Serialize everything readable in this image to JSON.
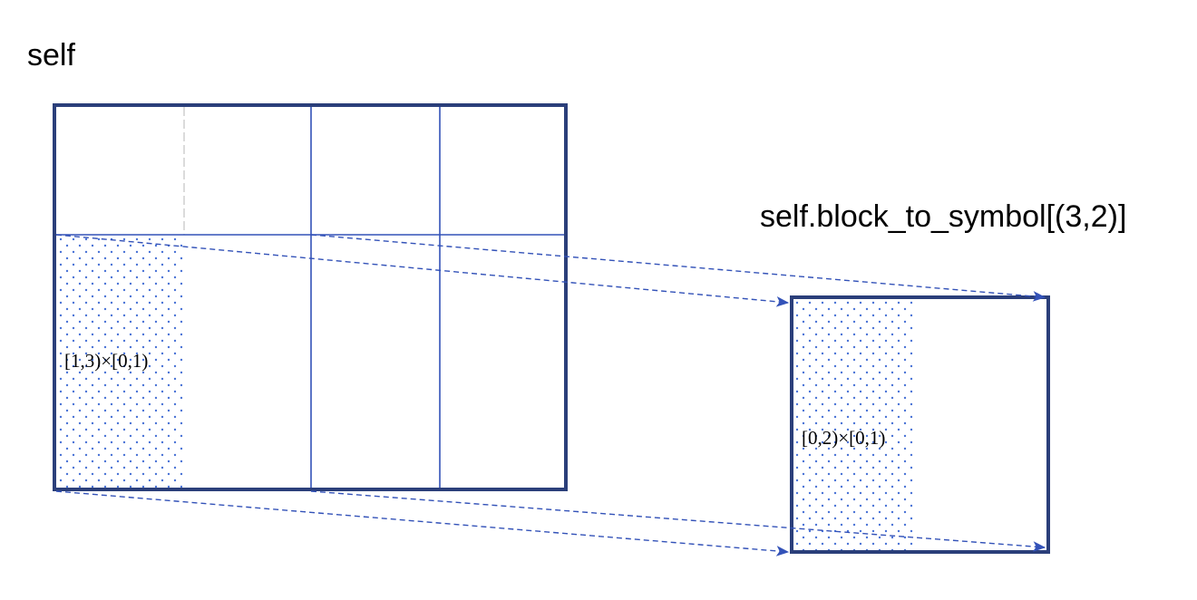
{
  "title": "self",
  "target_title": "self.block_to_symbol[(3,2)]",
  "source_region_label": "[1,3)×[0,1)",
  "target_region_label": "[0,2)×[0,1)",
  "colors": {
    "frame": "#2b3f7a",
    "grid": "#3352b8",
    "arrow": "#3352b8",
    "dot": "#4a73d6",
    "text": "#000000"
  }
}
